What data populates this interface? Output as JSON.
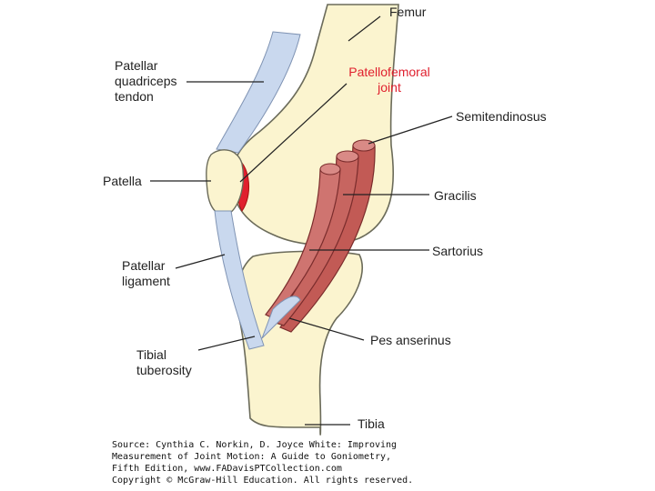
{
  "labels": {
    "femur": "Femur",
    "patellar_quadriceps_tendon": "Patellar\nquadriceps\ntendon",
    "patellofemoral_joint": "Patellofemoral\njoint",
    "semitendinosus": "Semitendinosus",
    "patella": "Patella",
    "gracilis": "Gracilis",
    "sartorius": "Sartorius",
    "patellar_ligament": "Patellar\nligament",
    "pes_anserinus": "Pes anserinus",
    "tibial_tuberosity": "Tibial\ntuberosity",
    "tibia": "Tibia"
  },
  "source": {
    "line1": "Source: Cynthia C. Norkin, D. Joyce White: Improving",
    "line2": "Measurement of Joint Motion: A Guide to Goniometry,",
    "line3": "Fifth Edition, www.FADavisPTCollection.com",
    "line4": "Copyright © McGraw-Hill Education. All rights reserved."
  },
  "colors": {
    "bone": "#fbf4cf",
    "muscle": "#c25a55",
    "tendon": "#c9d8ee",
    "joint": "#e0202e",
    "highlight_text": "#e0202e"
  }
}
